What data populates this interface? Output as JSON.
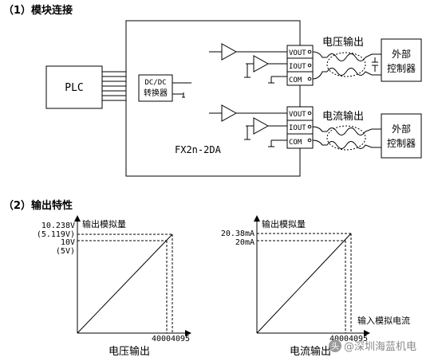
{
  "section1": {
    "title": "（1）模块连接"
  },
  "section2": {
    "title": "（2）输出特性"
  },
  "diagram": {
    "plc_label": "PLC",
    "converter_label_1": "DC/DC",
    "converter_label_2": "转换器",
    "module_label": "FX2n-2DA",
    "terminals_top": [
      "VOUT",
      "IOUT",
      "COM"
    ],
    "terminals_bottom": [
      "VOUT",
      "IOUT",
      "COM"
    ],
    "voltage_output_label": "电压输出",
    "current_output_label": "电流输出",
    "external_controller_1": "外部",
    "external_controller_2": "控制器",
    "external_controller_b1": "外部",
    "external_controller_b2": "控制器"
  },
  "charts": {
    "voltage": {
      "type": "line",
      "ylabel": "输出模拟量",
      "y_ticks": [
        "10.238V",
        "(5.119V)",
        "10V",
        "(5V)"
      ],
      "x_ticks": [
        "4000",
        "4095"
      ],
      "caption": "电压输出",
      "series": [
        {
          "x": [
            0,
            4000,
            4095
          ],
          "y": [
            0,
            10.0,
            10.238
          ]
        }
      ]
    },
    "current": {
      "type": "line",
      "ylabel": "输出模拟量",
      "y_ticks": [
        "20.38mA",
        "20mA"
      ],
      "x_ticks": [
        "4000",
        "4095"
      ],
      "xlabel": "输入模拟电流",
      "caption": "电流输出",
      "series": [
        {
          "x": [
            0,
            4000,
            4095
          ],
          "y": [
            0,
            20.0,
            20.38
          ]
        }
      ]
    }
  },
  "watermark": {
    "logo": "头",
    "text": "@深圳海蓝机电"
  }
}
